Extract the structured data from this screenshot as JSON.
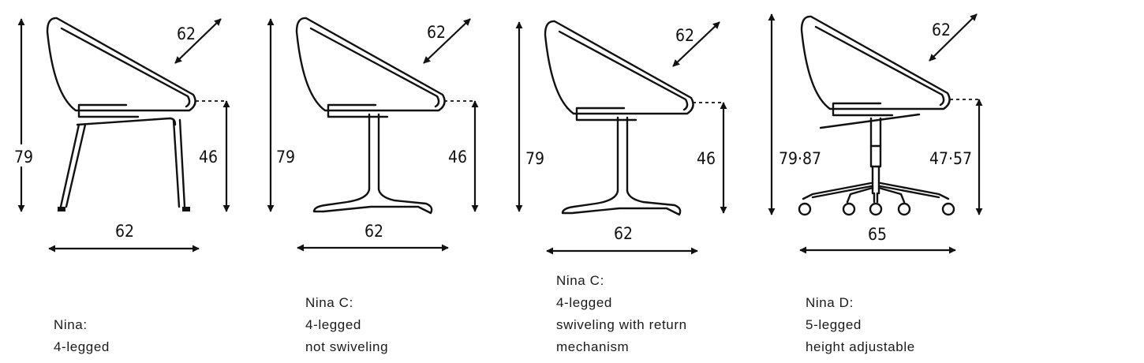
{
  "variants": [
    {
      "dims": {
        "depth": "62",
        "height": "79",
        "seat": "46",
        "width": "62"
      },
      "caption": [
        "Nina:",
        "4-legged"
      ]
    },
    {
      "dims": {
        "depth": "62",
        "height": "79",
        "seat": "46",
        "width": "62"
      },
      "caption": [
        "Nina C:",
        "4-legged",
        "not swiveling"
      ]
    },
    {
      "dims": {
        "depth": "62",
        "height": "79",
        "seat": "46",
        "width": "62"
      },
      "caption": [
        "Nina C:",
        "4-legged",
        "swiveling with return",
        "mechanism"
      ]
    },
    {
      "dims": {
        "depth": "62",
        "height": "79·87",
        "seat": "47·57",
        "width": "65"
      },
      "caption": [
        "Nina D:",
        "5-legged",
        "height adjustable"
      ]
    }
  ]
}
